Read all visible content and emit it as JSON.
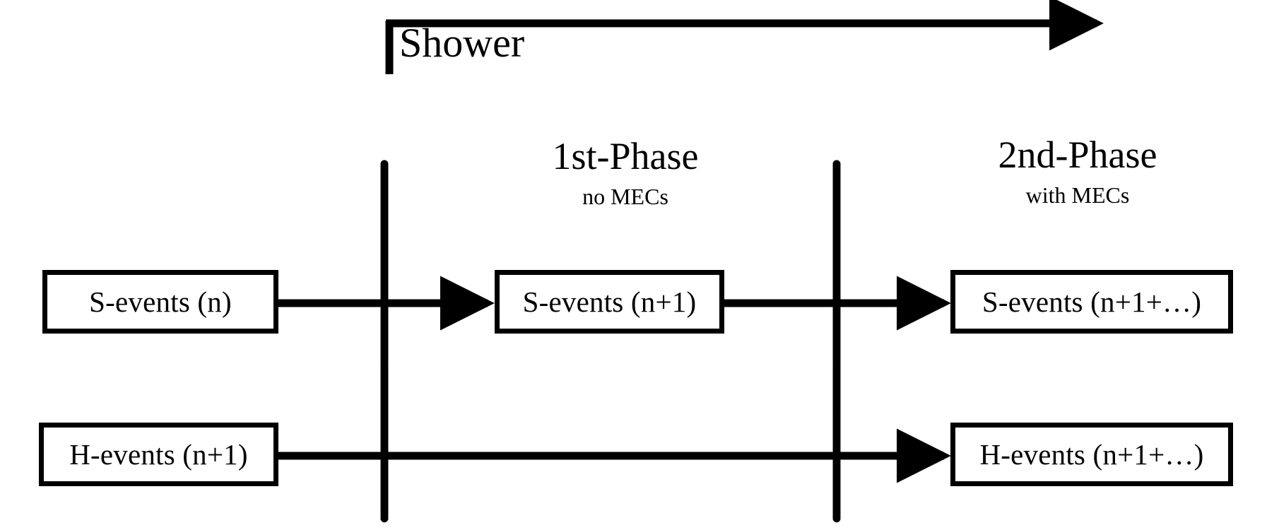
{
  "diagram": {
    "title_axis": {
      "label": "Shower",
      "axis_name": "shower-evolution-axis",
      "direction": "left-to-right"
    },
    "phases": [
      {
        "id": "phase-1",
        "title": "1st-Phase",
        "subtitle": "no MECs"
      },
      {
        "id": "phase-2",
        "title": "2nd-Phase",
        "subtitle": "with MECs"
      }
    ],
    "dividers": [
      {
        "id": "divider-1",
        "style": "dotted"
      },
      {
        "id": "divider-2",
        "style": "dotted"
      }
    ],
    "rows": [
      {
        "id": "s-events-row",
        "nodes": [
          {
            "id": "s-events-n",
            "label": "S-events (n)"
          },
          {
            "id": "s-events-n-plus-1",
            "label": "S-events (n+1)"
          },
          {
            "id": "s-events-n-plus-1-plus",
            "label": "S-events (n+1+…)"
          }
        ]
      },
      {
        "id": "h-events-row",
        "nodes": [
          {
            "id": "h-events-n-plus-1",
            "label": "H-events (n+1)"
          },
          {
            "id": "h-events-n-plus-1-plus",
            "label": "H-events (n+1+…)"
          }
        ]
      }
    ],
    "colors": {
      "ink": "#000000",
      "background": "#ffffff"
    }
  }
}
